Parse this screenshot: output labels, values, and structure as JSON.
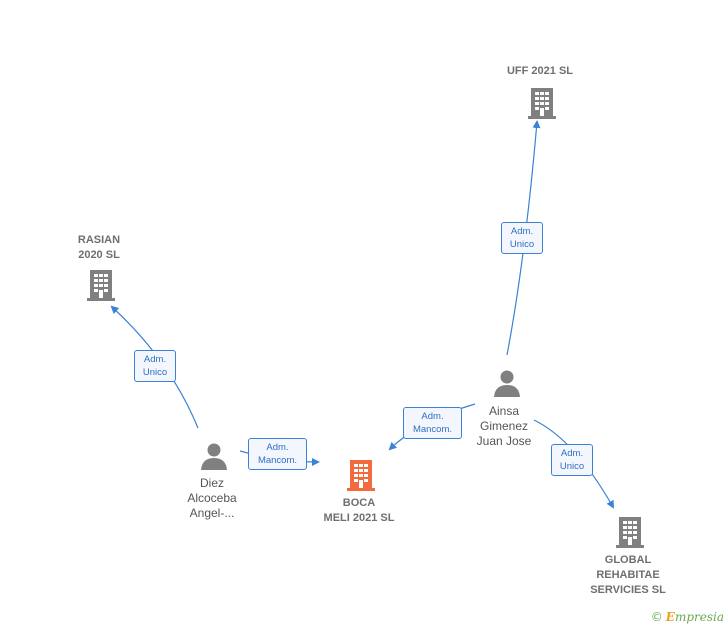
{
  "nodes": {
    "uff": {
      "label": "UFF 2021  SL",
      "kind": "company",
      "color": "#808080"
    },
    "rasian": {
      "label": "RASIAN\n2020  SL",
      "kind": "company",
      "color": "#808080"
    },
    "boca": {
      "label": "BOCA\nMELI 2021  SL",
      "kind": "company-focus",
      "color": "#f26a3e"
    },
    "global": {
      "label": "GLOBAL\nREHABITAE\nSERVICIES SL",
      "kind": "company",
      "color": "#808080"
    },
    "ainsa": {
      "label": "Ainsa\nGimenez\nJuan Jose",
      "kind": "person",
      "color": "#808080"
    },
    "diez": {
      "label": "Diez\nAlcoceba\nAngel-...",
      "kind": "person",
      "color": "#808080"
    }
  },
  "edges": {
    "ainsa_uff": "Adm.\nUnico",
    "diez_rasian": "Adm.\nUnico",
    "diez_boca": "Adm.\nMancom.",
    "ainsa_boca": "Adm.\nMancom.",
    "ainsa_global": "Adm.\nUnico"
  },
  "colors": {
    "edge": "#3b82d6",
    "icon_gray": "#808080",
    "icon_focus": "#f26a3e"
  },
  "watermark": {
    "copyright": "©",
    "brand_initial": "E",
    "brand_rest": "mpresia"
  }
}
